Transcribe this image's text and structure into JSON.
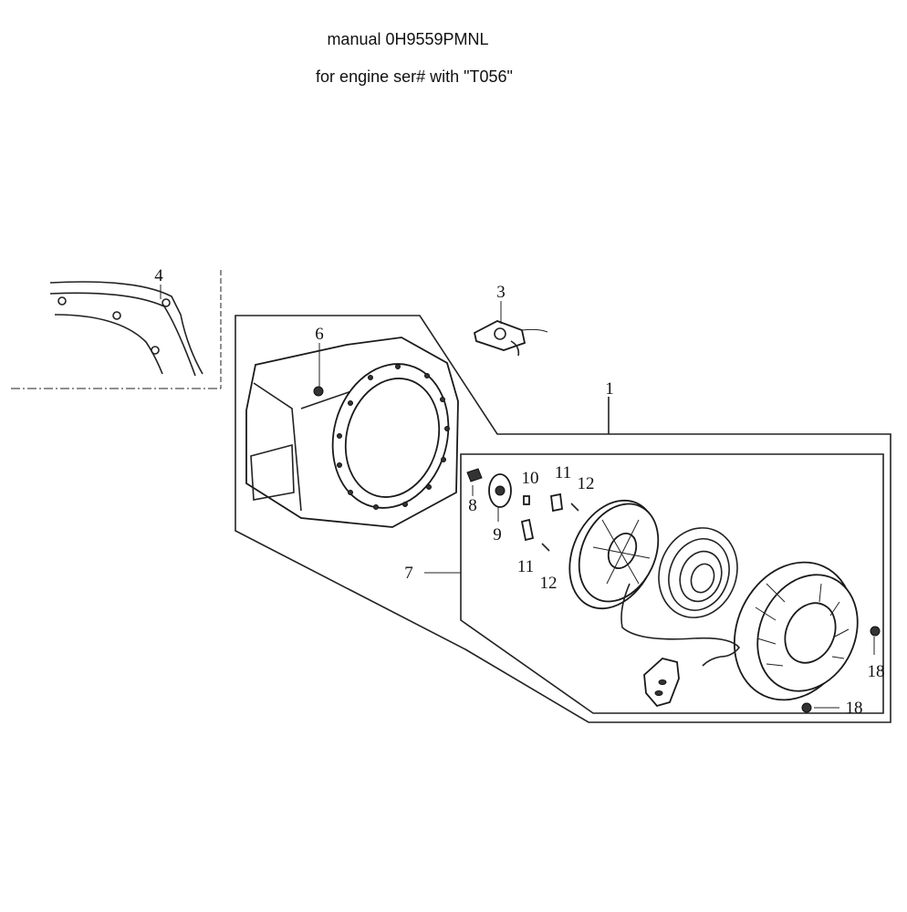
{
  "header": {
    "line1": "manual 0H9559PMNL",
    "line2": "for engine ser# with \"T056\""
  },
  "callouts": {
    "c1": "1",
    "c3": "3",
    "c4": "4",
    "c6": "6",
    "c7": "7",
    "c8": "8",
    "c9": "9",
    "c10": "10",
    "c11a": "11",
    "c12a": "12",
    "c11b": "11",
    "c12b": "12",
    "c18a": "18",
    "c18b": "18"
  }
}
